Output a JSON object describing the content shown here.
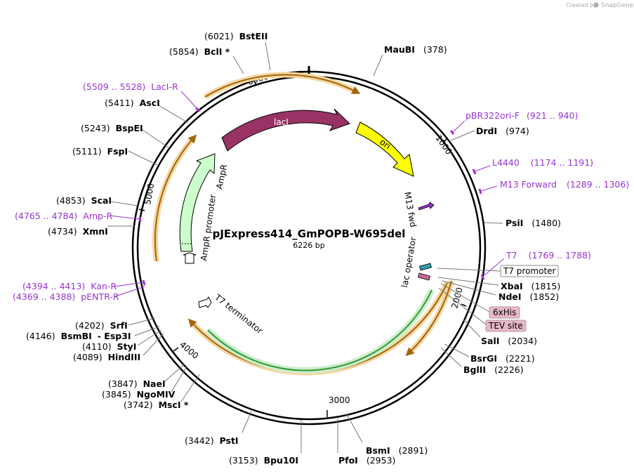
{
  "credit": {
    "created_by": "Created by",
    "brand": "SnapGene"
  },
  "plasmid": {
    "name": "pJExpress414_GmPOPB-W695del",
    "size": "6226 bp"
  },
  "ticks": [
    "1000",
    "2000",
    "3000",
    "4000",
    "5000",
    "6000"
  ],
  "sites": [
    {
      "name": "BstEII",
      "pos": "(6021)"
    },
    {
      "name": "BclI *",
      "pos": "(5854)"
    },
    {
      "name": "MauBI",
      "pos": "(378)"
    },
    {
      "name": "AscI",
      "pos": "(5411)"
    },
    {
      "name": "BspEI",
      "pos": "(5243)"
    },
    {
      "name": "FspI",
      "pos": "(5111)"
    },
    {
      "name": "DrdI",
      "pos": "(974)"
    },
    {
      "name": "ScaI",
      "pos": "(4853)"
    },
    {
      "name": "XmnI",
      "pos": "(4734)"
    },
    {
      "name": "PsiI",
      "pos": "(1480)"
    },
    {
      "name": "XbaI",
      "pos": "(1815)"
    },
    {
      "name": "NdeI",
      "pos": "(1852)"
    },
    {
      "name": "SrfI",
      "pos": "(4202)"
    },
    {
      "name": "BsmBI",
      "pos": "(4146)",
      "extra": "- Esp3I"
    },
    {
      "name": "StyI",
      "pos": "(4110)"
    },
    {
      "name": "HindIII",
      "pos": "(4089)"
    },
    {
      "name": "SalI",
      "pos": "(2034)"
    },
    {
      "name": "BsrGI",
      "pos": "(2221)"
    },
    {
      "name": "BglII",
      "pos": "(2226)"
    },
    {
      "name": "NaeI",
      "pos": "(3847)"
    },
    {
      "name": "NgoMIV",
      "pos": "(3845)"
    },
    {
      "name": "MscI *",
      "pos": "(3742)"
    },
    {
      "name": "PstI",
      "pos": "(3442)"
    },
    {
      "name": "BsmI",
      "pos": "(2891)"
    },
    {
      "name": "Bpu10I",
      "pos": "(3153)"
    },
    {
      "name": "PfoI",
      "pos": "(2953)"
    }
  ],
  "primers": [
    {
      "name": "LacI-R",
      "range": "(5509 .. 5528)"
    },
    {
      "name": "pBR322ori-F",
      "range": "(921 .. 940)"
    },
    {
      "name": "L4440",
      "range": "(1174 .. 1191)"
    },
    {
      "name": "M13 Forward",
      "range": "(1289 .. 1306)"
    },
    {
      "name": "Amp-R",
      "range": "(4765 .. 4784)"
    },
    {
      "name": "T7",
      "range": "(1769 .. 1788)"
    },
    {
      "name": "Kan-R",
      "range": "(4394 .. 4413)"
    },
    {
      "name": "pENTR-R",
      "range": "(4369 .. 4388)"
    }
  ],
  "features": {
    "lacI": "lacI",
    "ori": "ori",
    "AmpR": "AmpR",
    "AmpR_promoter": "AmpR promoter",
    "M13_fwd": "M13 fwd",
    "lac_operator": "lac operator",
    "T7_terminator": "T7 terminator",
    "T7_promoter": "T7 promoter",
    "his_tag": "6xHis",
    "tev_site": "TEV site"
  },
  "colors": {
    "lacI": "#993366",
    "ori": "#ffff00",
    "AmpR": "#ccffcc",
    "primer": "#9933cc",
    "orf": "#f0a030",
    "orf_border": "#a0650f",
    "cds_insert": "#339933",
    "tag_fill": "#e6b8c8"
  }
}
